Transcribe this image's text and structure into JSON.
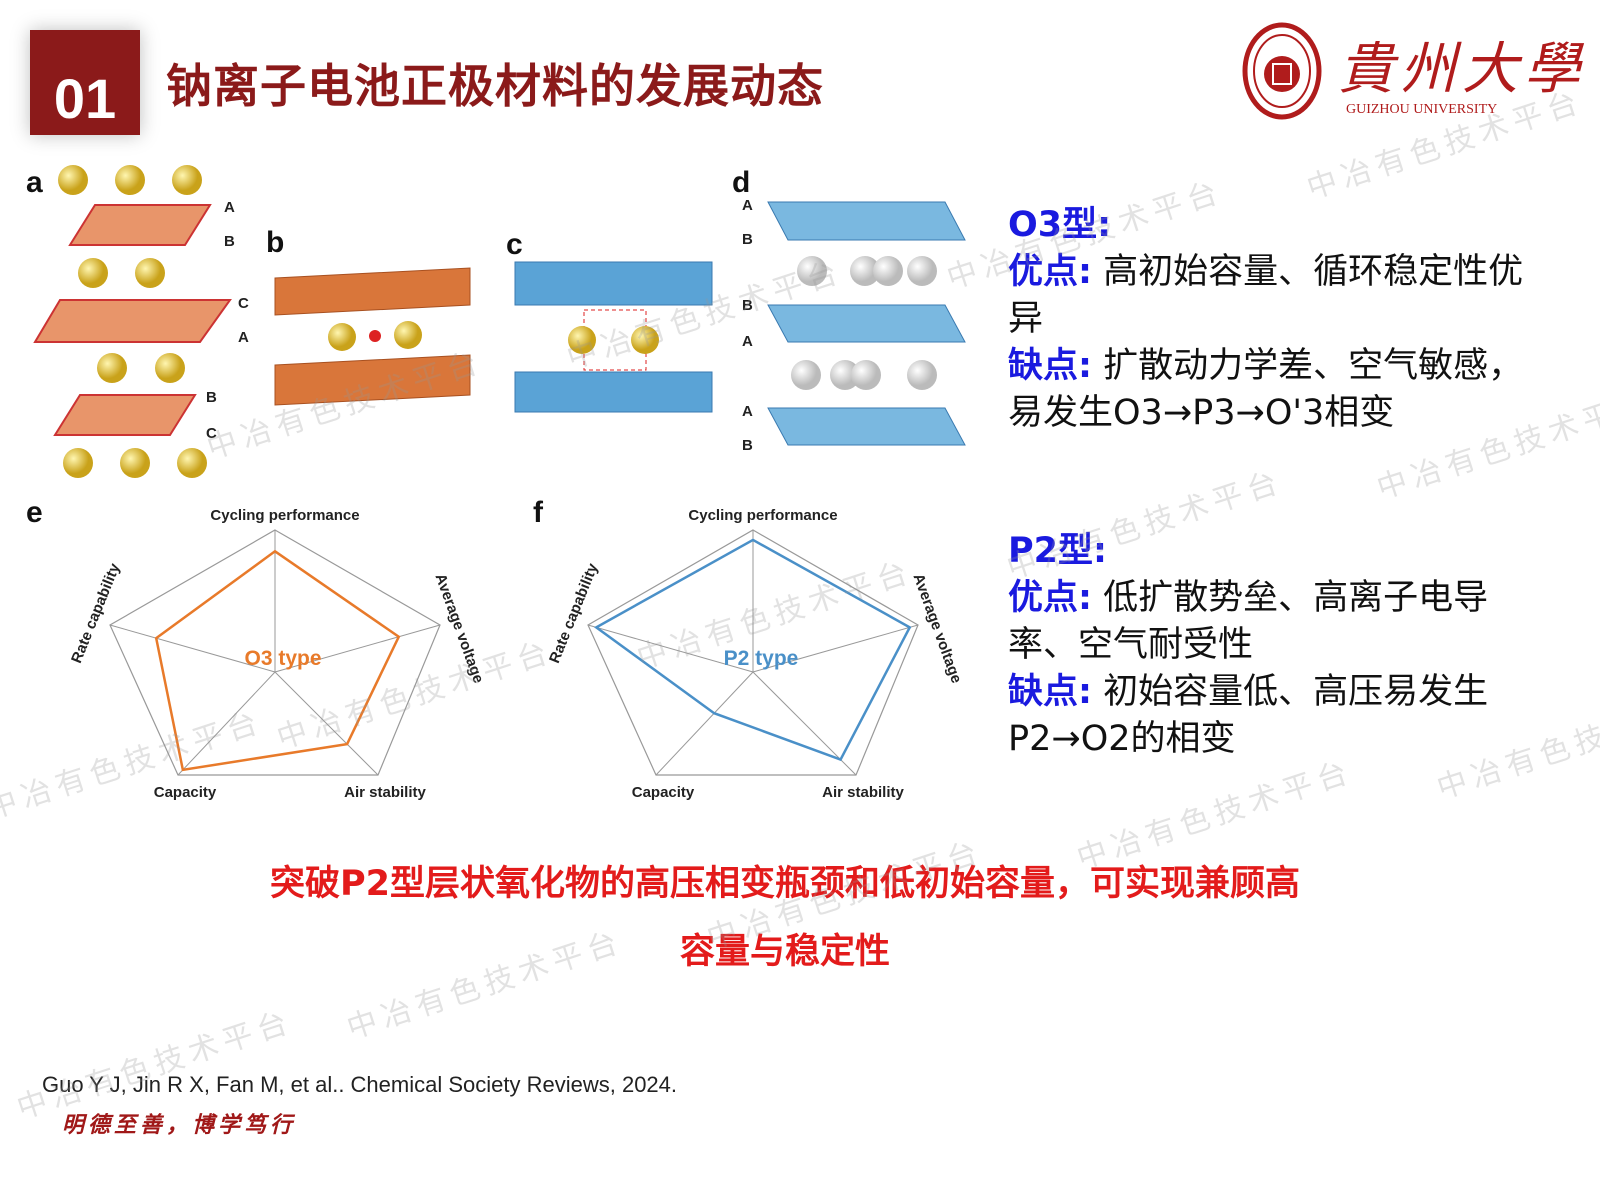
{
  "header": {
    "section_number": "01",
    "title": "钠离子电池正极材料的发展动态",
    "logo_name": "貴州大學",
    "logo_en": "GUIZHOU UNIVERSITY"
  },
  "figure": {
    "panel_labels": [
      "a",
      "b",
      "c",
      "d",
      "e",
      "f"
    ],
    "stack_a_labels": [
      "A",
      "B",
      "C",
      "A",
      "B",
      "C"
    ],
    "stack_d_labels": [
      "A",
      "B",
      "B",
      "A",
      "A",
      "B"
    ]
  },
  "chart_data": [
    {
      "type": "radar",
      "panel": "e",
      "title": "O3 type",
      "axes": [
        "Cycling performance",
        "Average voltage",
        "Air stability",
        "Capacity",
        "Rate capability"
      ],
      "values": [
        0.85,
        0.75,
        0.7,
        0.95,
        0.72
      ],
      "range": [
        0,
        1
      ],
      "color": "#e87a2a"
    },
    {
      "type": "radar",
      "panel": "f",
      "title": "P2 type",
      "axes": [
        "Cycling performance",
        "Average voltage",
        "Air stability",
        "Capacity",
        "Rate capability"
      ],
      "values": [
        0.93,
        0.95,
        0.85,
        0.4,
        0.95
      ],
      "range": [
        0,
        1
      ],
      "color": "#4a90c8"
    }
  ],
  "o3": {
    "heading": "O3型:",
    "pros_label": "优点:",
    "pros_text": "高初始容量、循环稳定性优异",
    "cons_label": "缺点:",
    "cons_text": "扩散动力学差、空气敏感，易发生O3→P3→O'3相变"
  },
  "p2": {
    "heading": "P2型:",
    "pros_label": "优点:",
    "pros_text": "低扩散势垒、高离子电导率、空气耐受性",
    "cons_label": "缺点:",
    "cons_text": "初始容量低、高压易发生P2→O2的相变"
  },
  "conclusion": {
    "line1": "突破P2型层状氧化物的高压相变瓶颈和低初始容量，可实现兼顾高",
    "line2": "容量与稳定性"
  },
  "citation": "Guo Y J, Jin R X, Fan M, et al.. Chemical Society Reviews, 2024.",
  "motto": "明德至善，博学笃行",
  "watermark": "中冶有色技术平台",
  "colors": {
    "brand": "#8b1a1a",
    "accent_blue": "#1a1adf",
    "conclusion_red": "#e31b1b",
    "o3": "#e87a2a",
    "p2": "#4a90c8"
  }
}
